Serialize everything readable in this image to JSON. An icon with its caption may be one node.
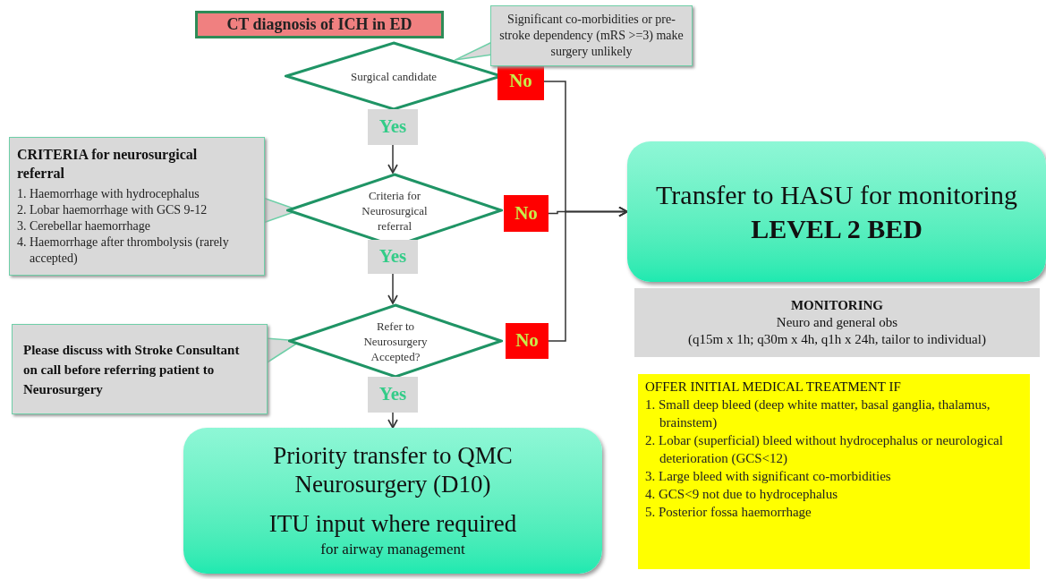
{
  "diagram": {
    "nodes": [
      {
        "text": [
          "CT diagnosis of ICH in ED"
        ]
      },
      {
        "text": [
          "Surgical candidate"
        ]
      },
      {
        "text": [
          "No"
        ]
      },
      {
        "text": [
          "Yes"
        ]
      },
      {
        "text": [
          "Significant co-morbidities or pre-stroke dependency (mRS >=3) make surgery unlikely"
        ]
      },
      {
        "text": [
          "Criteria for Neurosurgical referral"
        ]
      },
      {
        "text": [
          "No"
        ]
      },
      {
        "text": [
          "Yes"
        ]
      },
      {
        "text": [
          "CRITERIA for neurosurgical referral",
          "1. Haemorrhage with hydrocephalus",
          "2. Lobar haemorrhage with GCS 9-12",
          "3. Cerebellar haemorrhage",
          "4. Haemorrhage after thrombolysis (rarely accepted)"
        ]
      },
      {
        "text": [
          "Refer to Neurosurgery Accepted?"
        ]
      },
      {
        "text": [
          "No"
        ]
      },
      {
        "text": [
          "Yes"
        ]
      },
      {
        "text": [
          "Please discuss with Stroke Consultant on call before referring patient to Neurosurgery"
        ]
      },
      {
        "text": [
          "Priority transfer to QMC Neurosurgery (D10)",
          "ITU input where required",
          "for airway management"
        ]
      },
      {
        "text": [
          "Transfer to HASU for monitoring",
          "LEVEL 2 BED"
        ]
      },
      {
        "text": [
          "MONITORING",
          "Neuro and general obs",
          "(q15m x 1h; q30m x 4h, q1h x 24h, tailor to individual)"
        ]
      },
      {
        "text": [
          "OFFER INITIAL MEDICAL TREATMENT IF",
          "1. Small deep bleed (deep white matter, basal ganglia, thalamus, brainstem)",
          "2. Lobar (superficial) bleed without hydrocephalus or neurological deterioration (GCS<12)",
          "3. Large bleed with significant co-morbidities",
          "4. GCS<9 not due to hydrocephalus",
          "5. Posterior fossa haemorrhage"
        ]
      }
    ],
    "edges": [
      {
        "from": 3,
        "to": 5,
        "arrow": "to"
      },
      {
        "from": 7,
        "to": 9,
        "arrow": "to"
      },
      {
        "from": 11,
        "to": 13,
        "arrow": "to"
      },
      {
        "from": 2,
        "to": 14,
        "arrow": "to"
      },
      {
        "from": 6,
        "to": 14,
        "arrow": "to"
      },
      {
        "from": 10,
        "to": 14,
        "arrow": "to"
      },
      {
        "from": 4,
        "to": 1,
        "arrow": "to",
        "color": "#6fcfa8"
      },
      {
        "from": 8,
        "to": 5,
        "arrow": "to",
        "color": "#6fcfa8"
      },
      {
        "from": 12,
        "to": 9,
        "arrow": "to",
        "color": "#6fcfa8"
      }
    ]
  }
}
